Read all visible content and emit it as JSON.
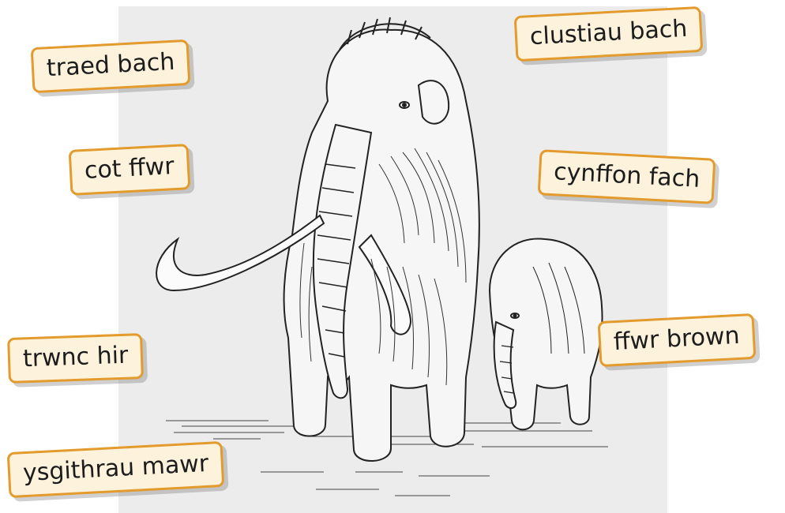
{
  "labels": {
    "traed_bach": "traed bach",
    "clustiau_bach": "clustiau bach",
    "cot_ffwr": "cot ffwr",
    "cynffon_fach": "cynffon fach",
    "trwnc_hir": "trwnc hir",
    "ffwr_brown": "ffwr brown",
    "ysgithrau_mawr": "ysgithrau mawr"
  },
  "colors": {
    "label_background": "#fdf2dc",
    "label_border": "#e29b2c",
    "panel_background": "#ececec",
    "ink": "#1c1c1c"
  },
  "illustration": {
    "subject": "mammoth-adult-and-calf-illustration"
  }
}
